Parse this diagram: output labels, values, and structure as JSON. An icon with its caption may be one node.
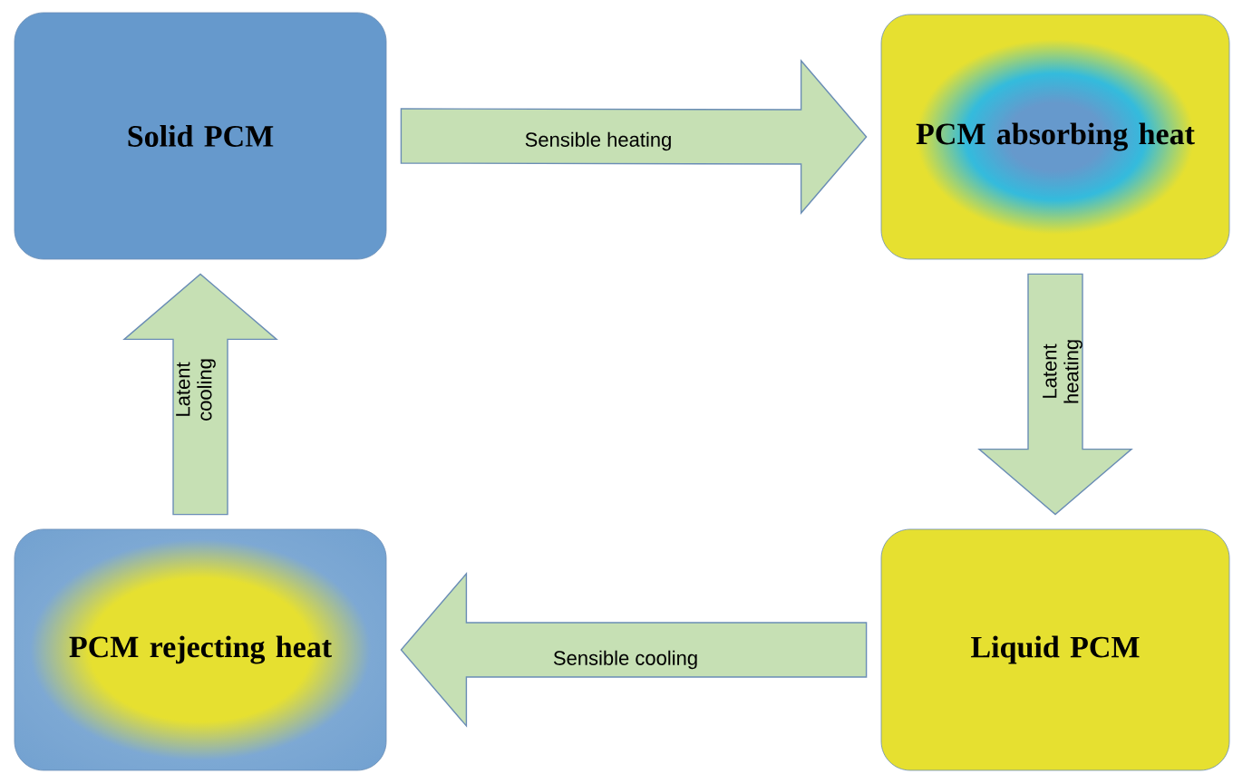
{
  "diagram": {
    "nodes": [
      {
        "text": [
          "Solid PCM"
        ]
      },
      {
        "text": [
          "PCM absorbing heat"
        ]
      },
      {
        "text": [
          "Liquid PCM"
        ]
      },
      {
        "text": [
          "PCM rejecting heat"
        ]
      }
    ],
    "edges": [
      {
        "from": 0,
        "to": 1,
        "arrow": "to",
        "label": "Sensible heating"
      },
      {
        "from": 1,
        "to": 2,
        "arrow": "to",
        "label": "Latent heating"
      },
      {
        "from": 2,
        "to": 3,
        "arrow": "to",
        "label": "Sensible cooling"
      },
      {
        "from": 3,
        "to": 0,
        "arrow": "to",
        "label": "Latent cooling"
      }
    ]
  }
}
